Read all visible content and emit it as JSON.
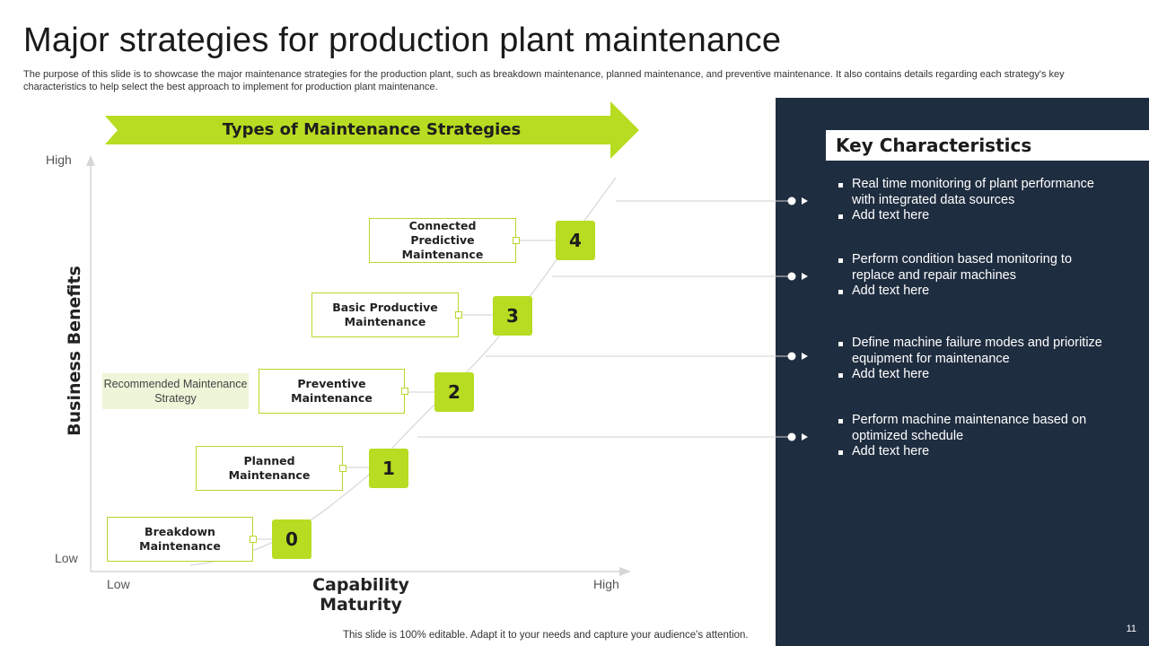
{
  "slide": {
    "title": "Major strategies for production plant maintenance",
    "subtitle": "The purpose of this slide is to showcase the major maintenance strategies for the production plant, such as breakdown maintenance, planned maintenance, and preventive maintenance. It also contains details regarding each strategy's key characteristics to help select the best approach to implement for production plant maintenance.",
    "footer": "This slide is 100% editable. Adapt it to your needs and capture your audience's attention.",
    "page_number": "11"
  },
  "diagram": {
    "banner": "Types of Maintenance Strategies",
    "y_axis": {
      "title": "Business Benefits",
      "high": "High",
      "low": "Low"
    },
    "x_axis": {
      "title": "Capability Maturity",
      "low": "Low",
      "high": "High"
    },
    "recommended": "Recommended Maintenance Strategy",
    "strategies": [
      {
        "number": "0",
        "label": "Breakdown Maintenance"
      },
      {
        "number": "1",
        "label": "Planned Maintenance"
      },
      {
        "number": "2",
        "label": "Preventive Maintenance"
      },
      {
        "number": "3",
        "label": "Basic Productive Maintenance"
      },
      {
        "number": "4",
        "label": "Connected Predictive Maintenance"
      }
    ]
  },
  "characteristics": {
    "header": "Key Characteristics",
    "groups": [
      {
        "items": [
          "Real time monitoring of plant performance with integrated data sources",
          "Add text here"
        ]
      },
      {
        "items": [
          "Perform condition based monitoring to replace and repair machines",
          "Add text here"
        ]
      },
      {
        "items": [
          "Define machine failure modes and prioritize equipment for maintenance",
          "Add text here"
        ]
      },
      {
        "items": [
          "Perform machine maintenance based on optimized schedule",
          "Add text here"
        ]
      }
    ]
  },
  "colors": {
    "accent": "#b7dc21",
    "panel": "#1f2d40",
    "connector": "#d0d0d0"
  }
}
